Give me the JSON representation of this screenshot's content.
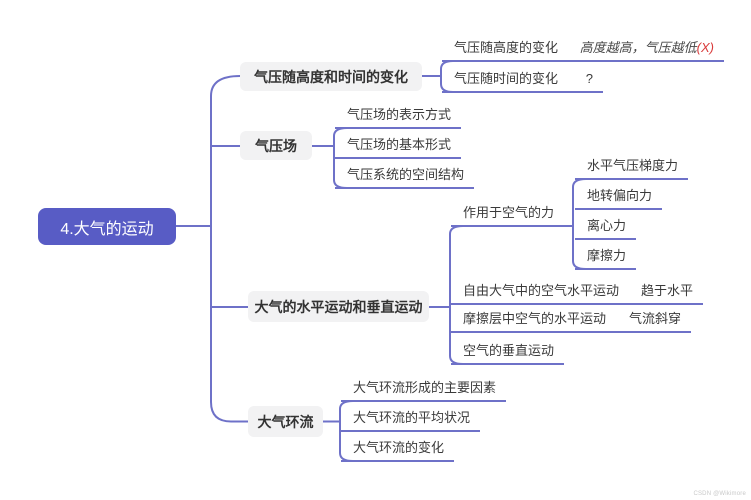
{
  "root": {
    "label": "4.大气的运动"
  },
  "colors": {
    "root_bg": "#585cc5",
    "line": "#6e71c8",
    "node_bg": "#f2f2f3",
    "text": "#3a3a3a",
    "mark_red": "#d93a3a"
  },
  "branches": [
    {
      "label": "气压随高度和时间的变化",
      "children": [
        {
          "text": "气压随高度的变化",
          "note": "高度越高，气压越低",
          "mark": "(X)"
        },
        {
          "text": "气压随时间的变化",
          "note": "?"
        }
      ]
    },
    {
      "label": "气压场",
      "children": [
        {
          "text": "气压场的表示方式"
        },
        {
          "text": "气压场的基本形式"
        },
        {
          "text": "气压系统的空间结构"
        }
      ]
    },
    {
      "label": "大气的水平运动和垂直运动",
      "children": [
        {
          "text": "作用于空气的力",
          "children": [
            {
              "text": "水平气压梯度力"
            },
            {
              "text": "地转偏向力"
            },
            {
              "text": "离心力"
            },
            {
              "text": "摩擦力"
            }
          ]
        },
        {
          "text": "自由大气中的空气水平运动",
          "note": "趋于水平"
        },
        {
          "text": "摩擦层中空气的水平运动",
          "note": "气流斜穿"
        },
        {
          "text": "空气的垂直运动"
        }
      ]
    },
    {
      "label": "大气环流",
      "children": [
        {
          "text": "大气环流形成的主要因素"
        },
        {
          "text": "大气环流的平均状况"
        },
        {
          "text": "大气环流的变化"
        }
      ]
    }
  ],
  "watermark": "CSDN @Wikimore"
}
